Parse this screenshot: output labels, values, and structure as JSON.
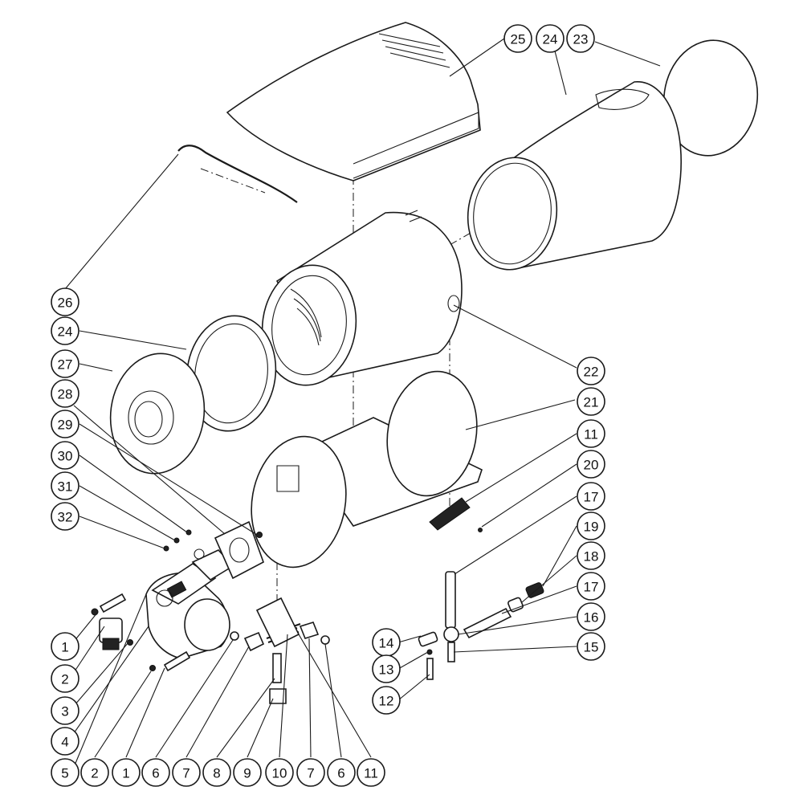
{
  "callouts": [
    {
      "id": "c25",
      "label": "25"
    },
    {
      "id": "c24a",
      "label": "24"
    },
    {
      "id": "c23",
      "label": "23"
    },
    {
      "id": "c26",
      "label": "26"
    },
    {
      "id": "c24b",
      "label": "24"
    },
    {
      "id": "c27",
      "label": "27"
    },
    {
      "id": "c28",
      "label": "28"
    },
    {
      "id": "c29",
      "label": "29"
    },
    {
      "id": "c30",
      "label": "30"
    },
    {
      "id": "c31",
      "label": "31"
    },
    {
      "id": "c32",
      "label": "32"
    },
    {
      "id": "c22",
      "label": "22"
    },
    {
      "id": "c21",
      "label": "21"
    },
    {
      "id": "c11r",
      "label": "11"
    },
    {
      "id": "c20",
      "label": "20"
    },
    {
      "id": "c17a",
      "label": "17"
    },
    {
      "id": "c19",
      "label": "19"
    },
    {
      "id": "c18",
      "label": "18"
    },
    {
      "id": "c17b",
      "label": "17"
    },
    {
      "id": "c16",
      "label": "16"
    },
    {
      "id": "c15",
      "label": "15"
    },
    {
      "id": "c14",
      "label": "14"
    },
    {
      "id": "c13",
      "label": "13"
    },
    {
      "id": "c12",
      "label": "12"
    },
    {
      "id": "c1a",
      "label": "1"
    },
    {
      "id": "c2a",
      "label": "2"
    },
    {
      "id": "c3",
      "label": "3"
    },
    {
      "id": "c4",
      "label": "4"
    },
    {
      "id": "c5",
      "label": "5"
    },
    {
      "id": "c2b",
      "label": "2"
    },
    {
      "id": "c1b",
      "label": "1"
    },
    {
      "id": "c6a",
      "label": "6"
    },
    {
      "id": "c7a",
      "label": "7"
    },
    {
      "id": "c8",
      "label": "8"
    },
    {
      "id": "c9",
      "label": "9"
    },
    {
      "id": "c10",
      "label": "10"
    },
    {
      "id": "c7b",
      "label": "7"
    },
    {
      "id": "c6b",
      "label": "6"
    },
    {
      "id": "c11b",
      "label": "11"
    }
  ]
}
